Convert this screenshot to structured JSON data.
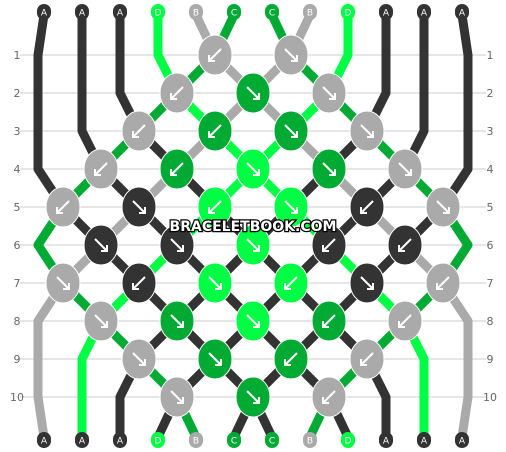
{
  "pattern": {
    "watermark": "BRACELETBOOK.COM",
    "colors": {
      "A": "#333333",
      "B": "#aaaaaa",
      "C": "#00aa33",
      "D": "#00ff44",
      "lines": "#cccccc",
      "arrow": "#ffffff",
      "rowlabel": "#666666",
      "badgelabel": "#ffffff"
    },
    "columns": 12,
    "top_strings": [
      "A",
      "A",
      "A",
      "D",
      "B",
      "C",
      "C",
      "B",
      "D",
      "A",
      "A",
      "A"
    ],
    "bottom_strings": [
      "A",
      "A",
      "A",
      "D",
      "B",
      "C",
      "C",
      "B",
      "D",
      "A",
      "A",
      "A"
    ],
    "rows": [
      {
        "label": "1",
        "knots": [
          {
            "col": 5,
            "color": "B",
            "dir": "bl"
          },
          {
            "col": 7,
            "color": "B",
            "dir": "br"
          }
        ]
      },
      {
        "label": "2",
        "knots": [
          {
            "col": 4,
            "color": "B",
            "dir": "bl"
          },
          {
            "col": 6,
            "color": "C",
            "dir": "br"
          },
          {
            "col": 8,
            "color": "B",
            "dir": "br"
          }
        ]
      },
      {
        "label": "3",
        "knots": [
          {
            "col": 3,
            "color": "B",
            "dir": "bl"
          },
          {
            "col": 5,
            "color": "C",
            "dir": "bl"
          },
          {
            "col": 7,
            "color": "C",
            "dir": "br"
          },
          {
            "col": 9,
            "color": "B",
            "dir": "br"
          }
        ]
      },
      {
        "label": "4",
        "knots": [
          {
            "col": 2,
            "color": "B",
            "dir": "bl"
          },
          {
            "col": 4,
            "color": "C",
            "dir": "bl"
          },
          {
            "col": 6,
            "color": "D",
            "dir": "br"
          },
          {
            "col": 8,
            "color": "C",
            "dir": "br"
          },
          {
            "col": 10,
            "color": "B",
            "dir": "br"
          }
        ]
      },
      {
        "label": "5",
        "knots": [
          {
            "col": 1,
            "color": "B",
            "dir": "bl"
          },
          {
            "col": 3,
            "color": "A",
            "dir": "br"
          },
          {
            "col": 5,
            "color": "D",
            "dir": "bl"
          },
          {
            "col": 7,
            "color": "D",
            "dir": "br"
          },
          {
            "col": 9,
            "color": "A",
            "dir": "bl"
          },
          {
            "col": 11,
            "color": "B",
            "dir": "br"
          }
        ]
      },
      {
        "label": "6",
        "knots": [
          {
            "col": 2,
            "color": "A",
            "dir": "br"
          },
          {
            "col": 4,
            "color": "A",
            "dir": "br"
          },
          {
            "col": 6,
            "color": "D",
            "dir": "br"
          },
          {
            "col": 8,
            "color": "A",
            "dir": "bl"
          },
          {
            "col": 10,
            "color": "A",
            "dir": "bl"
          }
        ]
      },
      {
        "label": "7",
        "knots": [
          {
            "col": 1,
            "color": "B",
            "dir": "br"
          },
          {
            "col": 3,
            "color": "A",
            "dir": "bl"
          },
          {
            "col": 5,
            "color": "D",
            "dir": "br"
          },
          {
            "col": 7,
            "color": "D",
            "dir": "bl"
          },
          {
            "col": 9,
            "color": "A",
            "dir": "br"
          },
          {
            "col": 11,
            "color": "B",
            "dir": "bl"
          }
        ]
      },
      {
        "label": "8",
        "knots": [
          {
            "col": 2,
            "color": "B",
            "dir": "br"
          },
          {
            "col": 4,
            "color": "C",
            "dir": "br"
          },
          {
            "col": 6,
            "color": "D",
            "dir": "br"
          },
          {
            "col": 8,
            "color": "C",
            "dir": "bl"
          },
          {
            "col": 10,
            "color": "B",
            "dir": "bl"
          }
        ]
      },
      {
        "label": "9",
        "knots": [
          {
            "col": 3,
            "color": "B",
            "dir": "br"
          },
          {
            "col": 5,
            "color": "C",
            "dir": "br"
          },
          {
            "col": 7,
            "color": "C",
            "dir": "bl"
          },
          {
            "col": 9,
            "color": "B",
            "dir": "bl"
          }
        ]
      },
      {
        "label": "10",
        "knots": [
          {
            "col": 4,
            "color": "B",
            "dir": "br"
          },
          {
            "col": 6,
            "color": "C",
            "dir": "br"
          },
          {
            "col": 8,
            "color": "B",
            "dir": "bl"
          }
        ]
      }
    ]
  }
}
